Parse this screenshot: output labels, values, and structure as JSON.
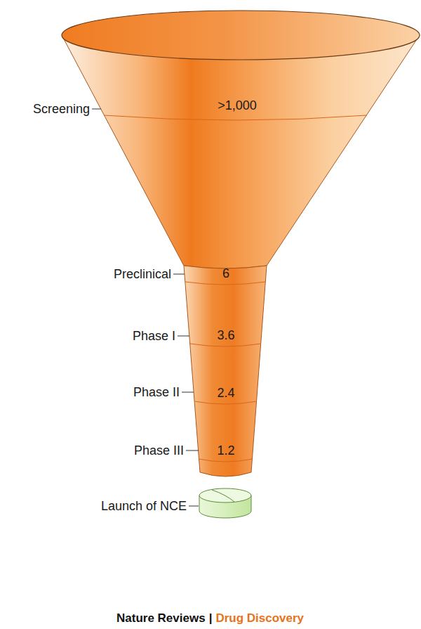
{
  "diagram": {
    "labels": [
      "Screening",
      ">1,000",
      "Preclinical",
      "6",
      "Phase I",
      "3.6",
      "Phase II",
      "2.4",
      "Phase III",
      "1.2",
      "Launch of NCE",
      "Nature Reviews",
      "|",
      "Drug Discovery"
    ]
  }
}
